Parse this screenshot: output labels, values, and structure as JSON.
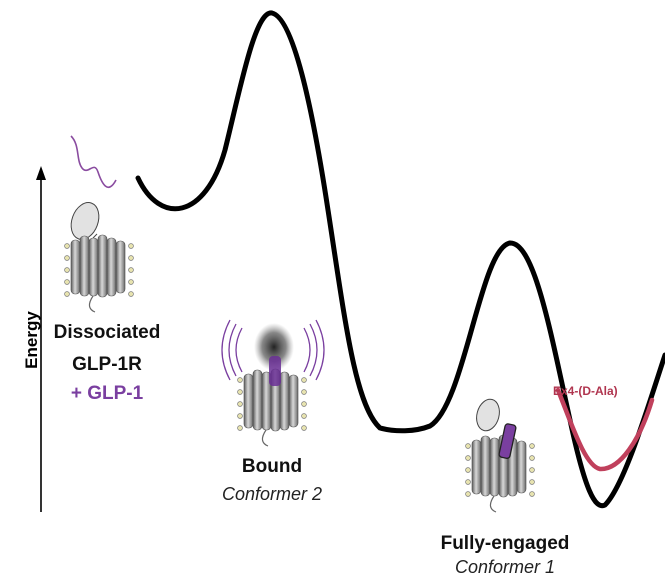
{
  "axis": {
    "label": "Energy"
  },
  "states": {
    "dissociated": {
      "line1": "Dissociated",
      "line2": "GLP-1R",
      "line3": "+ GLP-1"
    },
    "bound": {
      "title": "Bound",
      "subtitle": "Conformer 2"
    },
    "engaged": {
      "title": "Fully-engaged",
      "subtitle": "Conformer 1"
    }
  },
  "variant_curve": {
    "label": "Ex4-(D-Ala)"
  },
  "colors": {
    "main_curve": "#000000",
    "variant_curve": "#c0405c",
    "ligand": "#7a3fa0",
    "receptor": "#8a8a8a"
  }
}
